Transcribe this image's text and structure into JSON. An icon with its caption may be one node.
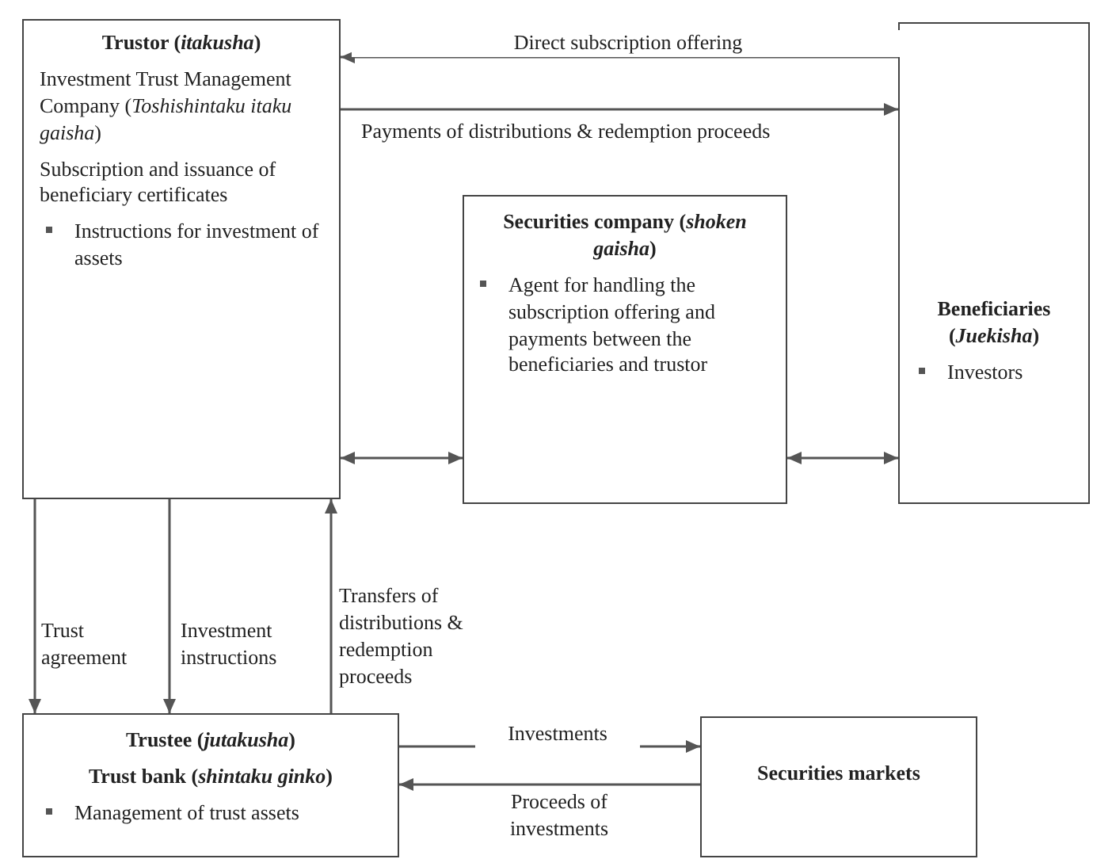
{
  "diagram": {
    "nodes": [
      {
        "text": [
          "Trustor (*itakusha*)",
          "Investment Trust Management Company (*Toshishintaku itaku gaisha*)",
          "Subscription and issuance of beneficiary certificates",
          "Instructions for investment of assets"
        ]
      },
      {
        "text": [
          "Securities company (*shoken gaisha*)",
          "Agent for handling the subscription offering and payments between the beneficiaries and trustor"
        ]
      },
      {
        "text": [
          "Beneficiaries (*Juekisha*)",
          "Investors"
        ]
      },
      {
        "text": [
          "Trustee (*jutakusha*)",
          "Trust bank (*shintaku ginko*)",
          "Management of trust assets"
        ]
      },
      {
        "text": [
          "Securities markets"
        ]
      }
    ],
    "edges": [
      {
        "from": 2,
        "to": 0,
        "arrow": "to",
        "label": "Direct subscription offering"
      },
      {
        "from": 0,
        "to": 2,
        "arrow": "to",
        "label": "Payments of distributions & redemption proceeds"
      },
      {
        "from": 0,
        "to": 1,
        "arrow": "both"
      },
      {
        "from": 1,
        "to": 2,
        "arrow": "both"
      },
      {
        "from": 0,
        "to": 3,
        "arrow": "to",
        "label": "Trust agreement"
      },
      {
        "from": 0,
        "to": 3,
        "arrow": "to",
        "label": "Investment instructions"
      },
      {
        "from": 3,
        "to": 0,
        "arrow": "to",
        "label": "Transfers of distributions & redemption proceeds"
      },
      {
        "from": 3,
        "to": 4,
        "arrow": "to",
        "label": "Investments"
      },
      {
        "from": 4,
        "to": 3,
        "arrow": "to",
        "label": "Proceeds of investments"
      }
    ]
  }
}
